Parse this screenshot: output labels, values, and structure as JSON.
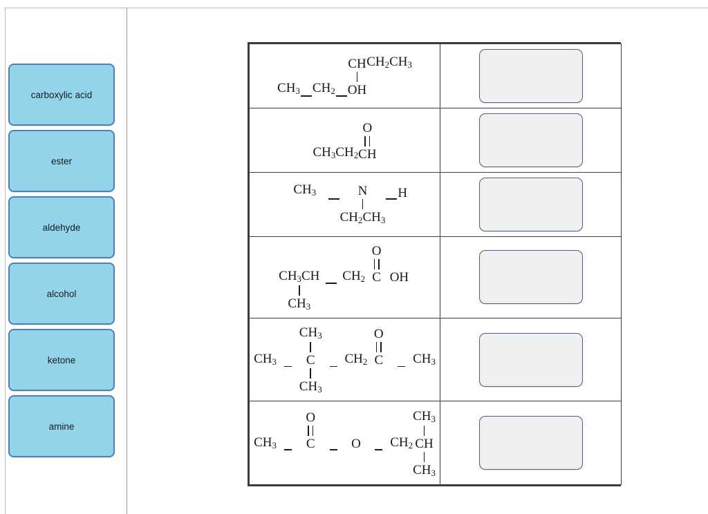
{
  "app": {
    "kind": "drag-and-drop matching exercise",
    "background": "#ffffff",
    "tile_fill": "#92d4e9",
    "tile_border": "#4a7fbe",
    "dropzone_fill": "#eff0f0",
    "dropzone_border": "#565b77",
    "table_border": "#3a3a3a"
  },
  "sidebar": {
    "items": [
      {
        "label": "carboxylic acid"
      },
      {
        "label": "ester"
      },
      {
        "label": "aldehyde"
      },
      {
        "label": "alcohol"
      },
      {
        "label": "ketone"
      },
      {
        "label": "amine"
      }
    ]
  },
  "table": {
    "rows": [
      {
        "id": "row-1",
        "formula_text": "CH3-CH2-CHCH2CH3 with OH below CH",
        "main_left": "CH",
        "main_left_sub": "3",
        "main_mid": "CH",
        "main_mid_sub": "2",
        "branch_parent": "CH",
        "branch_tail": "CH",
        "branch_tail_sub": "2",
        "branch_tail2": "CH",
        "branch_tail2_sub": "3",
        "below": "OH",
        "answer_placeholder": ""
      },
      {
        "id": "row-2",
        "formula_text": "CH3CH2CH with O double bonded above the CH",
        "chain": "CH",
        "chain_sub1": "3",
        "chain2": "CH",
        "chain_sub2": "2",
        "chain3": "CH",
        "above": "O",
        "answer_placeholder": ""
      },
      {
        "id": "row-3",
        "formula_text": "CH3-N-H with CH2CH3 below N",
        "left": "CH",
        "left_sub": "3",
        "center": "N",
        "right": "H",
        "below_a": "CH",
        "below_a_sub": "2",
        "below_b": "CH",
        "below_b_sub": "3",
        "answer_placeholder": ""
      },
      {
        "id": "row-4",
        "formula_text": "CH3CH-CH2COH with O double bonded above C and CH3 below first CH",
        "left_a": "CH",
        "left_a_sub": "3",
        "left_b": "CH",
        "mid_a": "CH",
        "mid_a_sub": "2",
        "mid_b": "C",
        "tail": "OH",
        "above": "O",
        "below": "CH",
        "below_sub": "3",
        "answer_placeholder": ""
      },
      {
        "id": "row-5",
        "formula_text": "CH3-C(CH3)2-CH2C(=O)-CH3",
        "left": "CH",
        "left_sub": "3",
        "quat": "C",
        "above_quat": "CH",
        "above_quat_sub": "3",
        "below_quat": "CH",
        "below_quat_sub": "3",
        "mid": "CH",
        "mid_sub": "2",
        "carbonyl": "C",
        "above_carbonyl": "O",
        "right": "CH",
        "right_sub": "3",
        "answer_placeholder": ""
      },
      {
        "id": "row-6",
        "formula_text": "CH3-C(=O)-O-CH2CH(CH3) with CH3 above and below",
        "left": "CH",
        "left_sub": "3",
        "carbonyl": "C",
        "above_carbonyl": "O",
        "ester_o": "O",
        "tail_a": "CH",
        "tail_a_sub": "2",
        "tail_b": "CH",
        "above_tail": "CH",
        "above_tail_sub": "3",
        "below_tail": "CH",
        "below_tail_sub": "3",
        "answer_placeholder": ""
      }
    ]
  }
}
